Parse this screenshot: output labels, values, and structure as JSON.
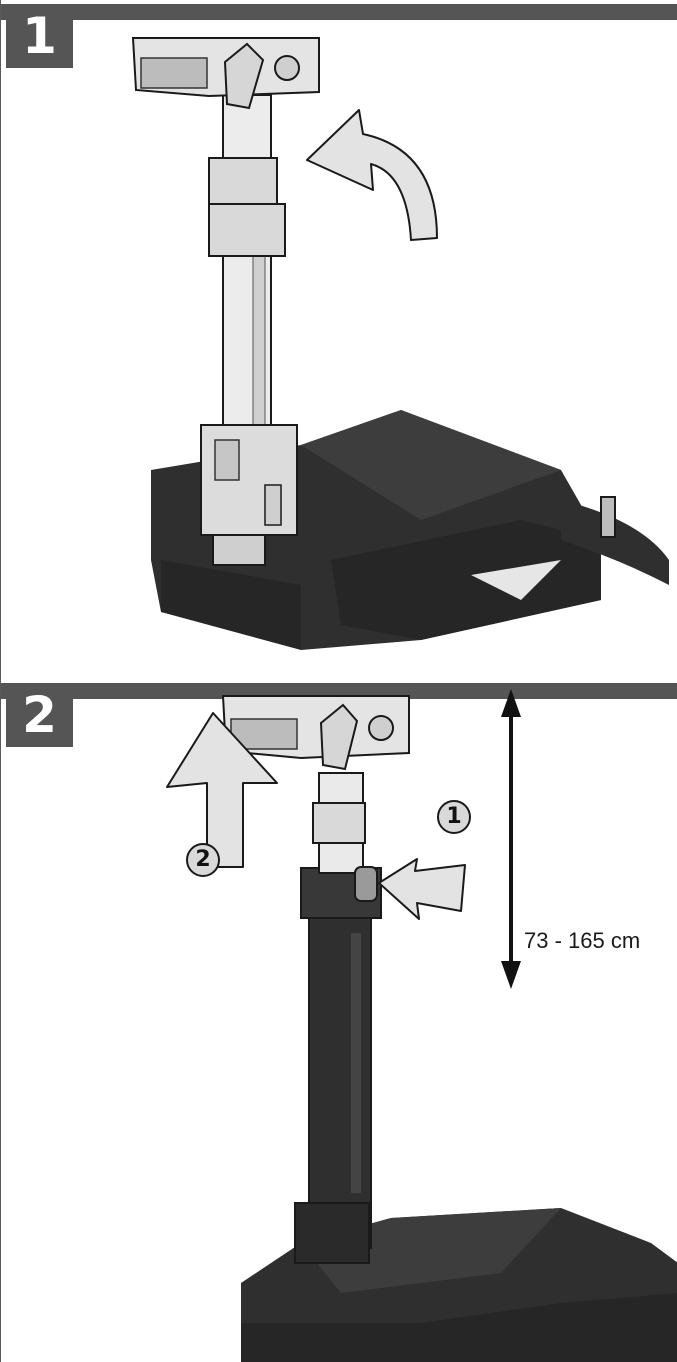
{
  "steps": [
    {
      "number": "1"
    },
    {
      "number": "2"
    }
  ],
  "step2": {
    "height_range": "73 - 165 cm",
    "callouts": {
      "push_button": "1",
      "pull_up": "2"
    }
  }
}
